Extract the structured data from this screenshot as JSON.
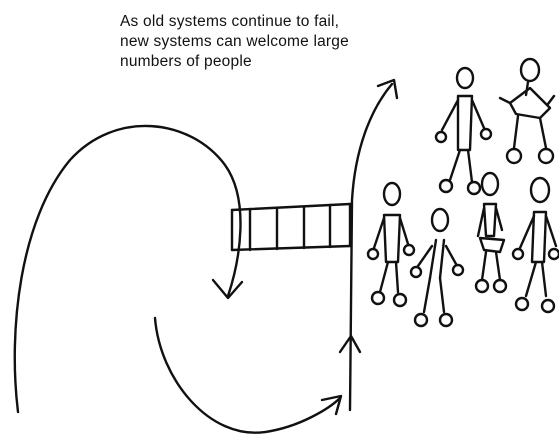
{
  "caption": {
    "line1": "As old systems continue to fail,",
    "line2": "new systems can welcome large",
    "line3": "numbers of people"
  },
  "colors": {
    "ink": "#111111",
    "background": "#ffffff"
  },
  "icons": [
    "stick-figure-icon",
    "arrow-icon",
    "ladder-icon"
  ]
}
